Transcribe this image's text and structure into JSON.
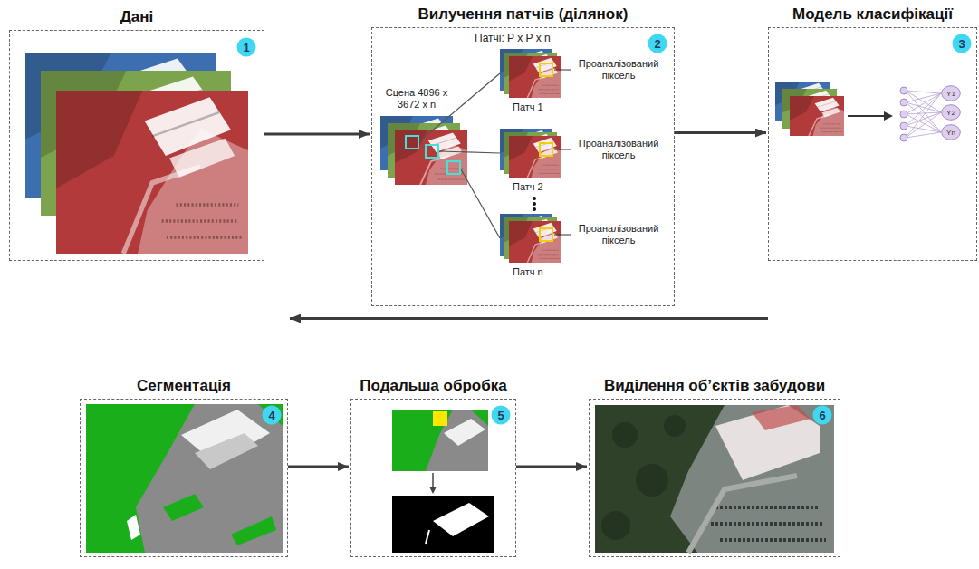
{
  "diagram": {
    "nodes": [
      {
        "text": [
          "Дані"
        ]
      },
      {
        "text": [
          "1"
        ],
        "in": 0
      },
      {
        "text": [
          "Вилучення патчів (ділянок)"
        ]
      },
      {
        "text": [
          "2"
        ],
        "in": 2
      },
      {
        "text": [
          "Модель класифікації"
        ]
      },
      {
        "text": [
          "3"
        ],
        "in": 4
      },
      {
        "text": [
          "Y1"
        ],
        "in": 4
      },
      {
        "text": [
          "Y2"
        ],
        "in": 4
      },
      {
        "text": [
          "Yn"
        ],
        "in": 4
      },
      {
        "text": [
          "Сегментація"
        ]
      },
      {
        "text": [
          "4"
        ],
        "in": 9
      },
      {
        "text": [
          "Подальша обробка"
        ]
      },
      {
        "text": [
          "5"
        ],
        "in": 11
      },
      {
        "text": [
          "Виділення об’єктів забудови"
        ]
      },
      {
        "text": [
          "6"
        ],
        "in": 13
      }
    ],
    "edges": [
      {
        "from": 0,
        "to": 2,
        "arrow": "to"
      },
      {
        "from": 2,
        "to": 4,
        "arrow": "to"
      },
      {
        "from": 4,
        "to": 9,
        "arrow": "to"
      },
      {
        "from": 9,
        "to": 11,
        "arrow": "to"
      },
      {
        "from": 11,
        "to": 13,
        "arrow": "to"
      }
    ],
    "labels": [
      "Сцена 4896 x 3672 x n",
      "Патчі: P x P x n",
      "Проаналізований піксель",
      "Проаналізований піксель",
      "Проаналізований піксель",
      "Патч 1",
      "Патч 2",
      "Патч n"
    ]
  }
}
